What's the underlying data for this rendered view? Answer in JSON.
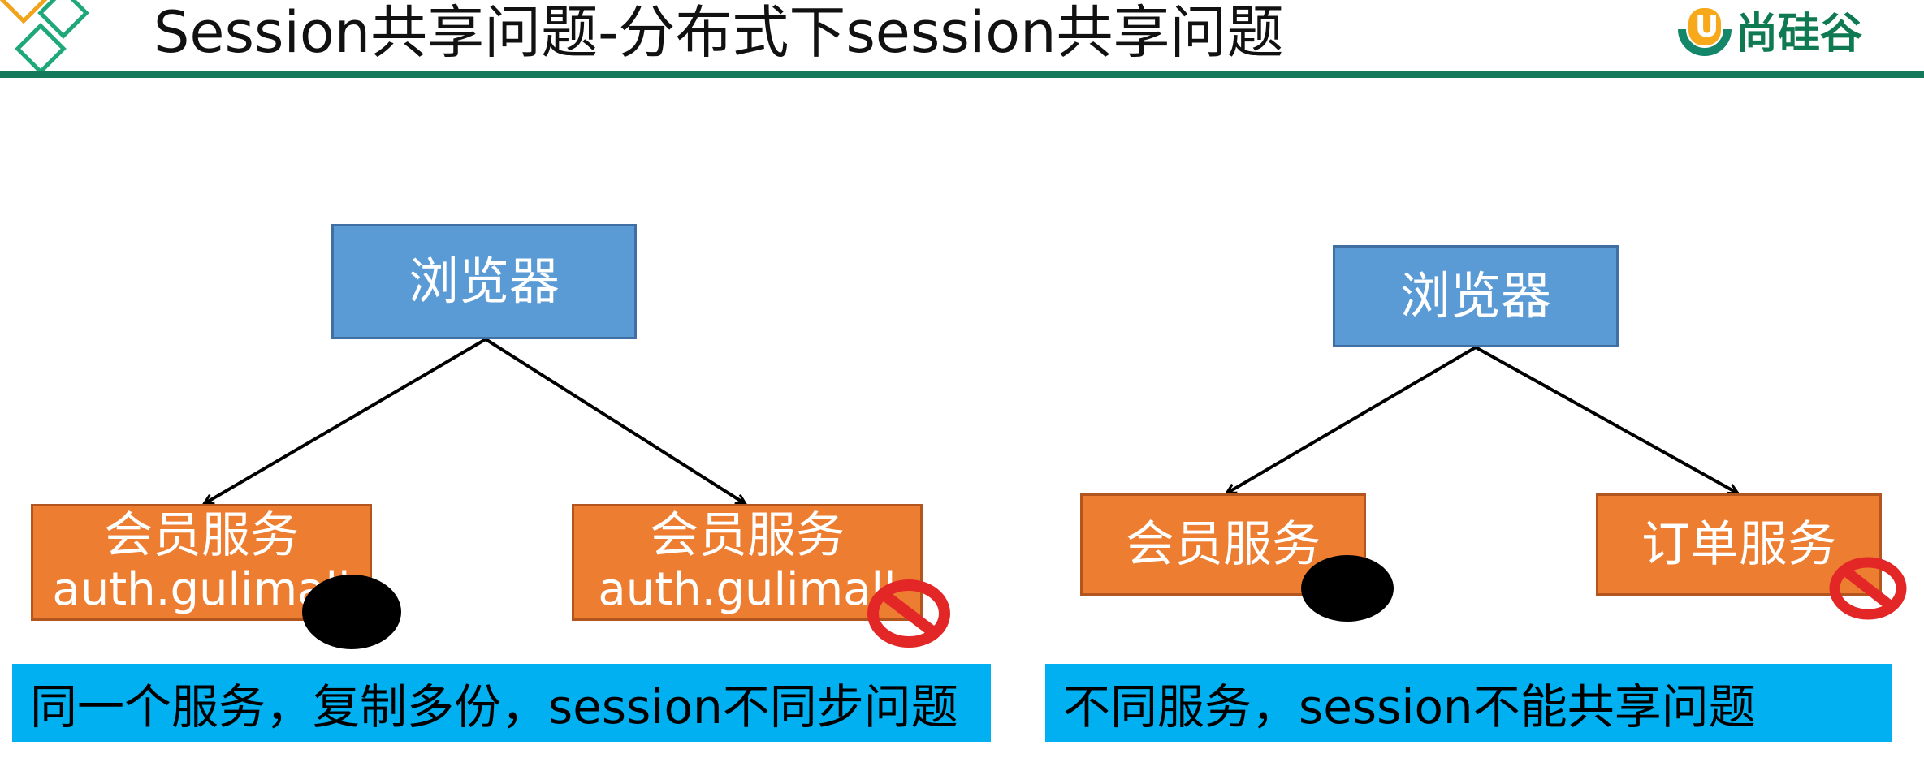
{
  "header": {
    "title": "Session共享问题-分布式下session共享问题",
    "brand_name": "尚硅谷",
    "brand_letter": "U",
    "rule_color": "#157a5c"
  },
  "colors": {
    "browser_fill": "#5b9bd5",
    "service_fill": "#ed7d31",
    "caption_fill": "#00b0f0",
    "blocked_color": "#e32727",
    "brand_orange": "#f7a81b",
    "brand_green": "#14876a"
  },
  "left_panel": {
    "browser_label": "浏览器",
    "services": [
      {
        "label": "会员服务",
        "sub": "auth.gulimall",
        "status": "active"
      },
      {
        "label": "会员服务",
        "sub": "auth.gulimall",
        "status": "blocked"
      }
    ],
    "caption": "同一个服务，复制多份，session不同步问题"
  },
  "right_panel": {
    "browser_label": "浏览器",
    "services": [
      {
        "label": "会员服务",
        "status": "active"
      },
      {
        "label": "订单服务",
        "status": "blocked"
      }
    ],
    "caption": "不同服务，session不能共享问题"
  },
  "icons": {
    "active": "black-dot-icon",
    "blocked": "prohibited-icon"
  }
}
